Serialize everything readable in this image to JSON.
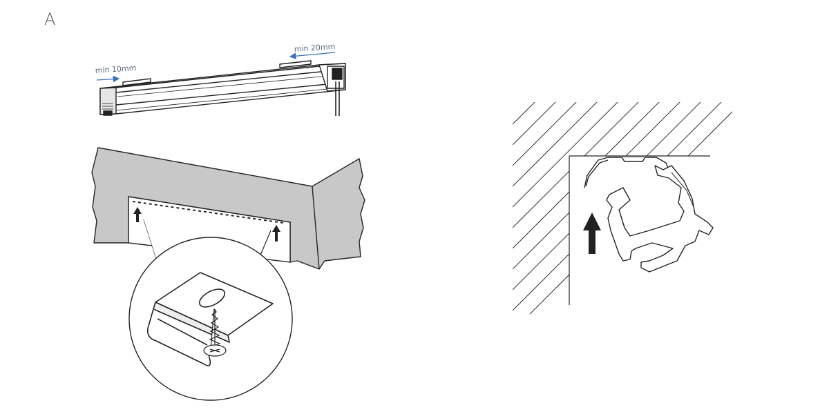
{
  "figure": {
    "label": "A"
  },
  "rail_diagram": {
    "dimension_left": "min 10mm",
    "dimension_right": "min 20mm"
  },
  "colors": {
    "line": "#222222",
    "wall": "#c8c8c8",
    "dimension": "#5a6a80",
    "arrow_dimension": "#3b6fb6",
    "hatch": "#333333"
  }
}
